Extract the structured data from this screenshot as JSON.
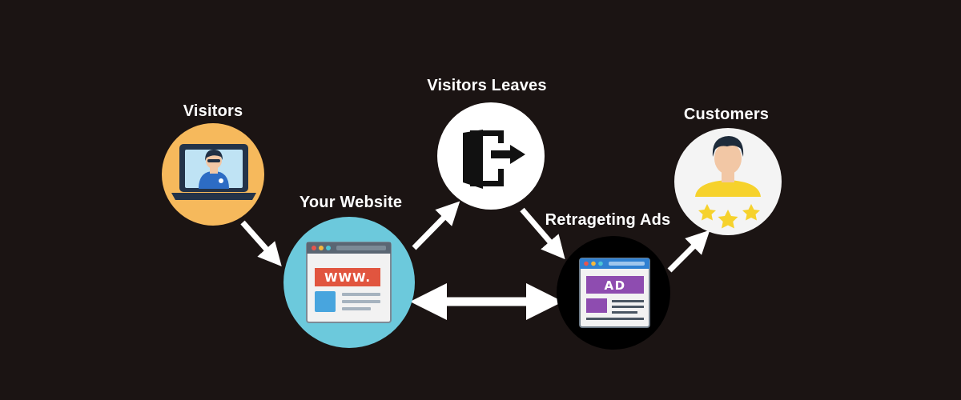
{
  "nodes": {
    "visitors": {
      "label": "Visitors"
    },
    "website": {
      "label": "Your Website",
      "badge": "WWW."
    },
    "leaves": {
      "label": "Visitors Leaves"
    },
    "retargeting": {
      "label": "Retrageting Ads",
      "badge": "AD"
    },
    "customers": {
      "label": "Customers"
    }
  },
  "colors": {
    "background": "#1b1413",
    "visitors_circle": "#f6b95c",
    "website_circle": "#6cc9dc",
    "leaves_circle": "#ffffff",
    "retargeting_circle": "#000000",
    "customers_circle": "#f4f4f4",
    "arrow": "#ffffff"
  },
  "icons": {
    "visitors": "laptop-user-icon",
    "website": "browser-window-icon",
    "leaves": "exit-door-icon",
    "retargeting": "ad-window-icon",
    "customers": "customer-rating-icon"
  }
}
